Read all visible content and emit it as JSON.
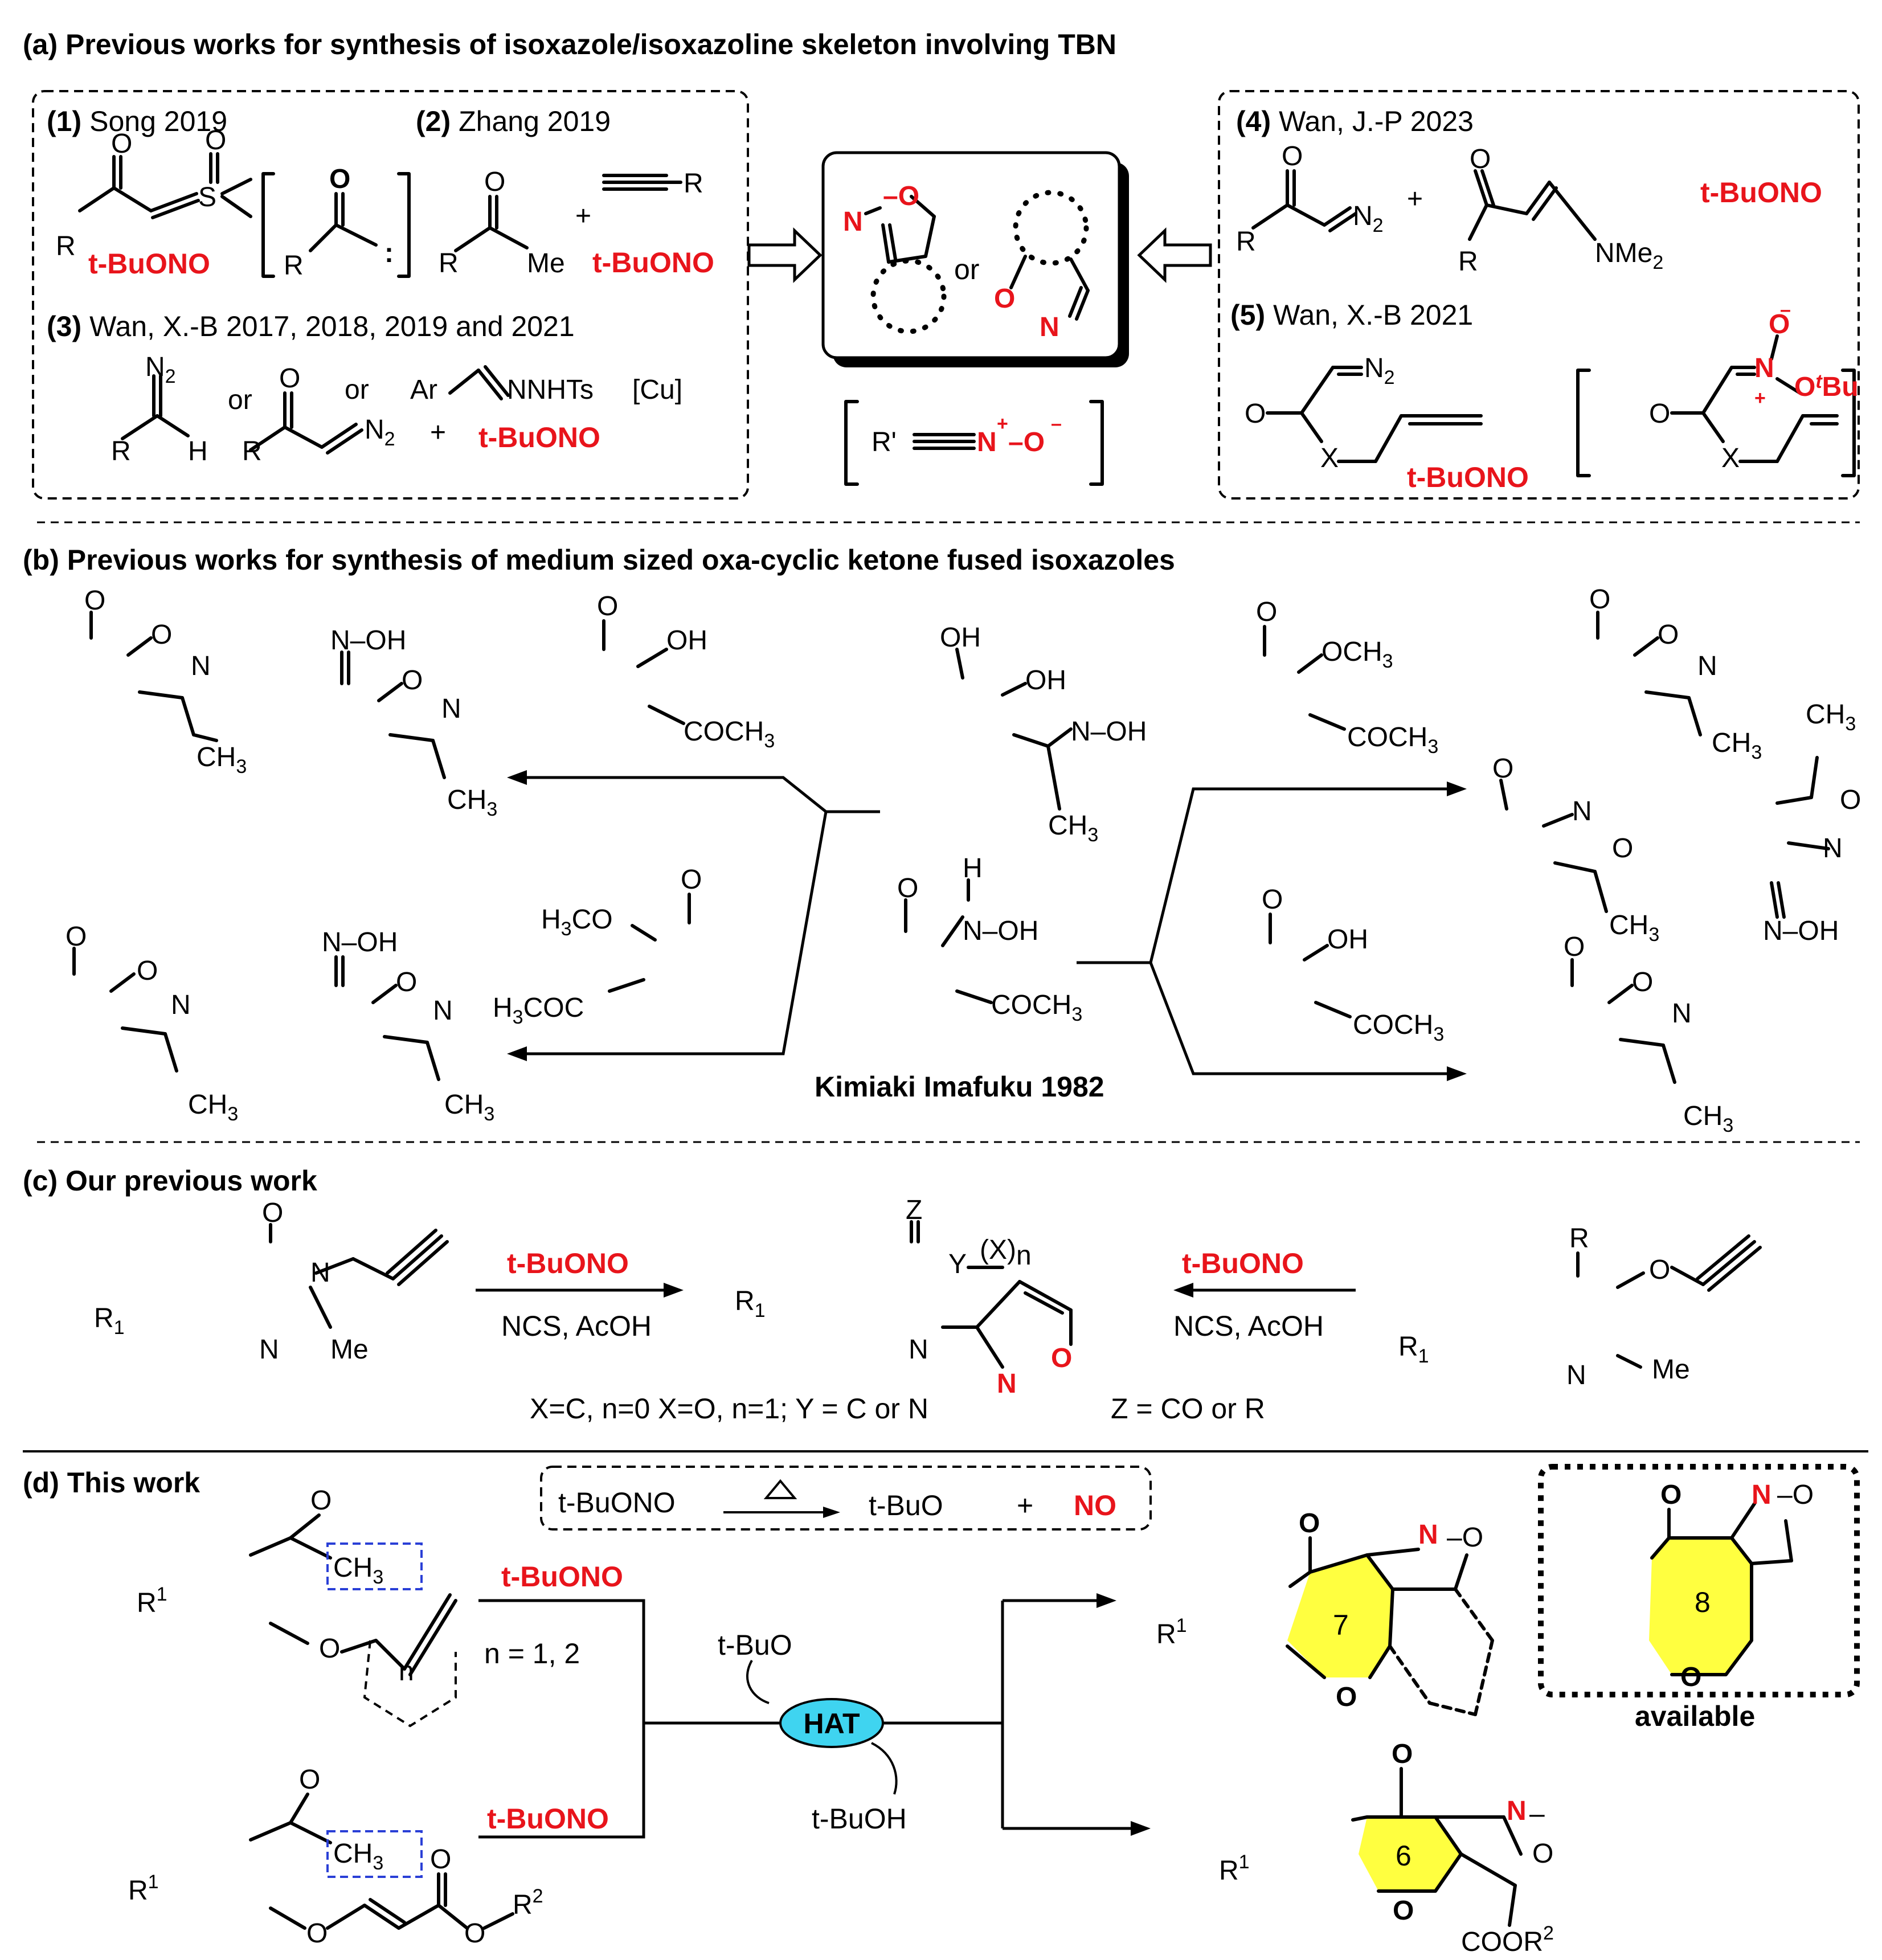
{
  "section_a": {
    "title": "(a) Previous works for synthesis of isoxazole/isoxazoline skeleton involving TBN",
    "w1_num": "(1)",
    "w1_ref": "Song 2019",
    "w2_num": "(2)",
    "w2_ref": "Zhang 2019",
    "w3_num": "(3)",
    "w3_ref": "Wan, X.-B 2017, 2018, 2019 and 2021",
    "w4_num": "(4)",
    "w4_ref": "Wan, J.-P 2023",
    "w5_num": "(5)",
    "w5_ref": "Wan, X.-B 2021",
    "or": "or",
    "nnhts": "NNHTs",
    "cu": "[Cu]",
    "nme2": "NMe",
    "me": "Me",
    "nitrile_oxide": "R'—≡N⁺–O⁻"
  },
  "section_b": {
    "title": "(b) Previous works for synthesis of medium sized oxa-cyclic ketone fused isoxazoles",
    "ref": "Kimiaki Imafuku 1982",
    "ch3": "CH",
    "coch3": "COCH",
    "och3": "OCH",
    "n_oh": "N–OH"
  },
  "section_c": {
    "title": "(c) Our previous work",
    "reagent": "t-BuONO",
    "conditions": "NCS, AcOH",
    "note": "X=C, n=0 X=O, n=1; Y = C or N",
    "note2": "Z = CO or R"
  },
  "section_d": {
    "title": "(d) This work",
    "tbuono": "t-BuONO",
    "tbuo": "t-BuO",
    "no": "NO",
    "hat": "HAT",
    "tbuoh": "t-BuOH",
    "n_label": "n = 1, 2",
    "ring7": "7",
    "ring8": "8",
    "ring6": "6",
    "available": "available",
    "cooR2": "COOR"
  },
  "colors": {
    "accent_red": "#e8141b",
    "highlight_yellow": "#ffff40",
    "bond_blue": "#1010ee",
    "box_blue_dash": "#2a3fd6",
    "hat_cyan": "#3fd4f0"
  }
}
